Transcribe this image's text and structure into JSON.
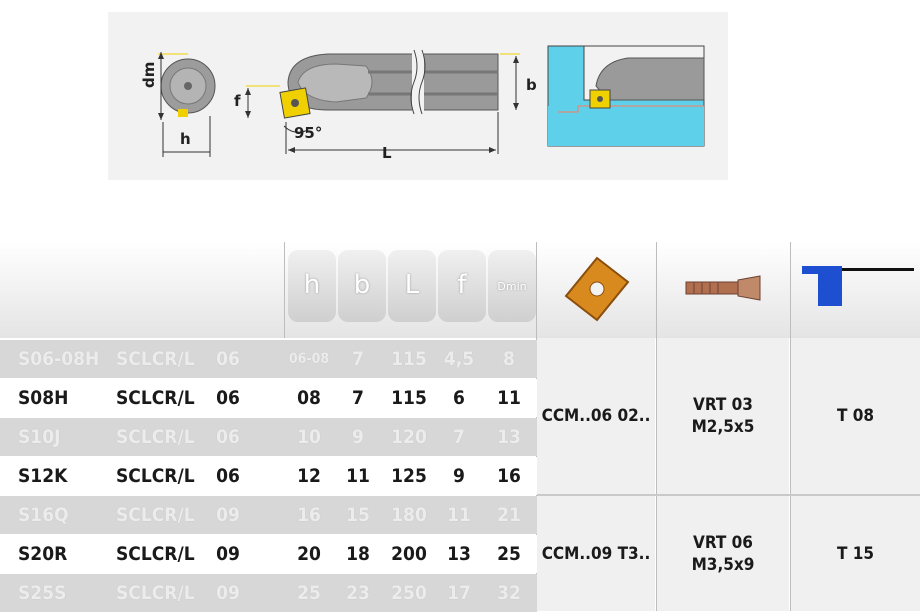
{
  "drawing": {
    "labels": {
      "dm": "dm",
      "h": "h",
      "f": "f",
      "angle": "95°",
      "L": "L",
      "b": "b"
    }
  },
  "header": {
    "params": [
      "h",
      "b",
      "L",
      "f",
      "Dmin"
    ]
  },
  "rows": [
    {
      "code": "S06-08H",
      "type": "SCLCR/L",
      "size": "06",
      "h": "06-08",
      "b": "7",
      "L": "115",
      "f": "4,5",
      "dmin": "8",
      "style": "dim"
    },
    {
      "code": "S08H",
      "type": "SCLCR/L",
      "size": "06",
      "h": "08",
      "b": "7",
      "L": "115",
      "f": "6",
      "dmin": "11",
      "style": "norm"
    },
    {
      "code": "S10J",
      "type": "SCLCR/L",
      "size": "06",
      "h": "10",
      "b": "9",
      "L": "120",
      "f": "7",
      "dmin": "13",
      "style": "dim"
    },
    {
      "code": "S12K",
      "type": "SCLCR/L",
      "size": "06",
      "h": "12",
      "b": "11",
      "L": "125",
      "f": "9",
      "dmin": "16",
      "style": "norm"
    },
    {
      "code": "S16Q",
      "type": "SCLCR/L",
      "size": "09",
      "h": "16",
      "b": "15",
      "L": "180",
      "f": "11",
      "dmin": "21",
      "style": "dim"
    },
    {
      "code": "S20R",
      "type": "SCLCR/L",
      "size": "09",
      "h": "20",
      "b": "18",
      "L": "200",
      "f": "13",
      "dmin": "25",
      "style": "norm"
    },
    {
      "code": "S25S",
      "type": "SCLCR/L",
      "size": "09",
      "h": "25",
      "b": "23",
      "L": "250",
      "f": "17",
      "dmin": "32",
      "style": "dim"
    }
  ],
  "groups": [
    {
      "insert": "CCM..06 02..",
      "screw_line1": "VRT 03",
      "screw_line2": "M2,5x5",
      "key": "T 08"
    },
    {
      "insert": "CCM..09 T3..",
      "screw_line1": "VRT 06",
      "screw_line2": "M3,5x9",
      "key": "T 15"
    }
  ],
  "colors": {
    "insert_gold": "#d98a1f",
    "key_blue": "#1f4fd1",
    "drawing_cyan": "#5fd0ea",
    "tool_gray": "#9a9a9a"
  },
  "icons": [
    "insert-icon",
    "screw-icon",
    "torx-key-icon"
  ]
}
